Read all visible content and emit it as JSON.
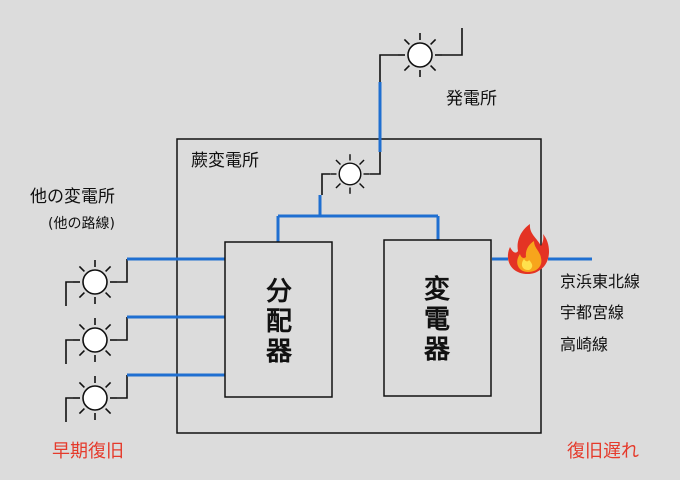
{
  "power_plant": {
    "label": "発電所"
  },
  "substation": {
    "label": "蕨変電所"
  },
  "other_substations": {
    "label": "他の変電所",
    "sub_label": "(他の路線)"
  },
  "distributor": {
    "label_chars": [
      "分",
      "配",
      "器"
    ]
  },
  "transformer": {
    "label_chars": [
      "変",
      "電",
      "器"
    ]
  },
  "lines": {
    "items": [
      "京浜東北線",
      "宇都宮線",
      "高崎線"
    ]
  },
  "status": {
    "left": "早期復旧",
    "right": "復旧遅れ"
  },
  "colors": {
    "background": "#dcdcdc",
    "wire": "#1f6fd1",
    "alert": "#e53a2b",
    "outline": "#111111"
  },
  "icons": {
    "generator": "sun-generator-icon",
    "fire": "fire-icon"
  }
}
